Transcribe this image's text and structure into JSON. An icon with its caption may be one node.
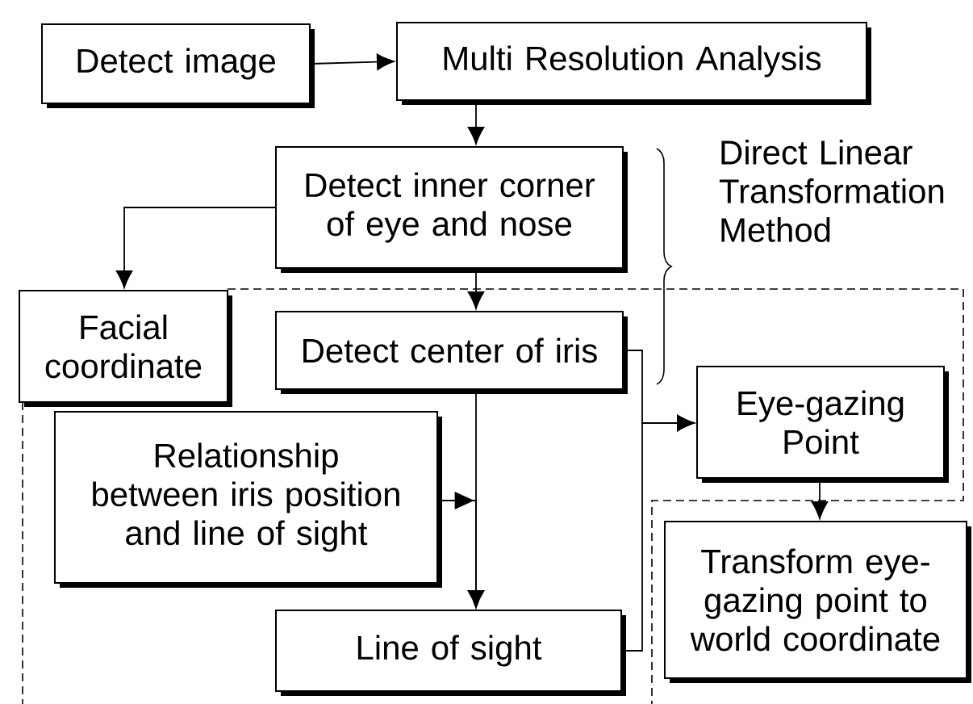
{
  "diagram": {
    "nodes": [
      {
        "text": [
          "Detect image"
        ]
      },
      {
        "text": [
          "Multi Resolution Analysis"
        ]
      },
      {
        "text": [
          "Detect inner corner of eye and nose"
        ]
      },
      {
        "text": [
          "Facial coordinate"
        ]
      },
      {
        "text": [
          "Detect center of iris"
        ]
      },
      {
        "text": [
          "Relationship between iris position and line of sight"
        ]
      },
      {
        "text": [
          "Eye-gazing Point"
        ]
      },
      {
        "text": [
          "Line of sight"
        ]
      },
      {
        "text": [
          "Transform eye-gazing point to world coordinate"
        ]
      }
    ],
    "edges": [
      {
        "from": 0,
        "to": 1,
        "arrow": "to"
      },
      {
        "from": 1,
        "to": 2,
        "arrow": "to"
      },
      {
        "from": 2,
        "to": 3,
        "arrow": "to"
      },
      {
        "from": 2,
        "to": 4,
        "arrow": "to"
      },
      {
        "from": 4,
        "to": 7,
        "arrow": "to"
      },
      {
        "from": 5,
        "to": 7,
        "arrow": "to"
      },
      {
        "from": 4,
        "to": 6,
        "arrow": "to"
      },
      {
        "from": 7,
        "to": 6,
        "arrow": "to"
      },
      {
        "from": 6,
        "to": 8,
        "arrow": "to"
      }
    ],
    "labels": [
      "Direct Linear Transformation Method"
    ]
  }
}
